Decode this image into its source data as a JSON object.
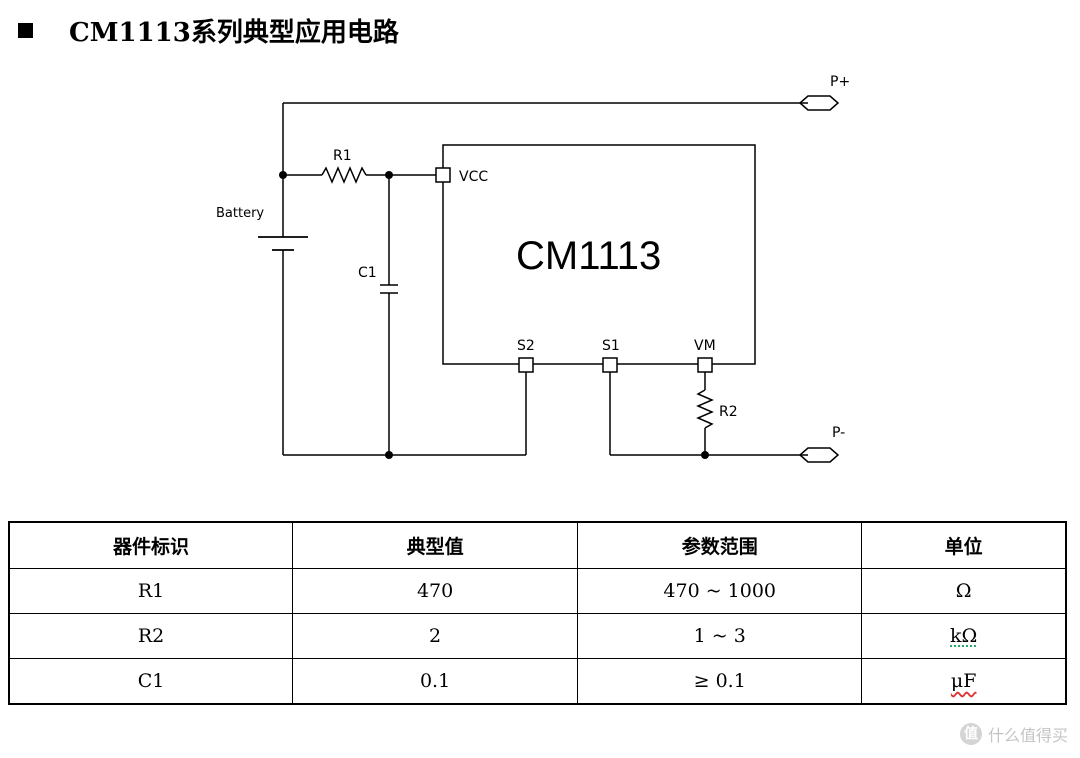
{
  "title": "CM1113系列典型应用电路",
  "diagram": {
    "chip_name": "CM1113",
    "pins": {
      "vcc": "VCC",
      "s2": "S2",
      "s1": "S1",
      "vm": "VM"
    },
    "components": {
      "r1": "R1",
      "r2": "R2",
      "c1": "C1",
      "battery": "Battery"
    },
    "terminals": {
      "p_plus": "P+",
      "p_minus": "P-"
    }
  },
  "table": {
    "headers": [
      "器件标识",
      "典型值",
      "参数范围",
      "单位"
    ],
    "rows": [
      [
        "R1",
        "470",
        "470 ~ 1000",
        "Ω"
      ],
      [
        "R2",
        "2",
        "1 ~ 3",
        "kΩ"
      ],
      [
        "C1",
        "0.1",
        "≥ 0.1",
        "μF"
      ]
    ]
  },
  "watermark": "什么值得买",
  "watermark_icon": "zhi-badge-icon"
}
